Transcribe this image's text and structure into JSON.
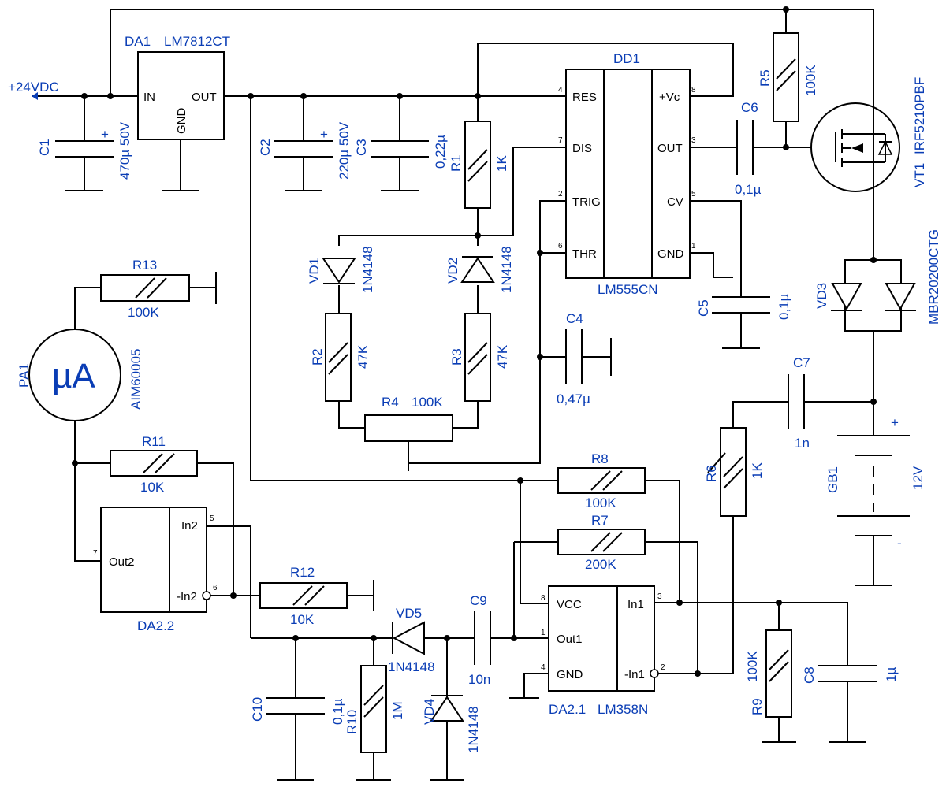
{
  "labels": {
    "vin": "+24VDC",
    "da1_ref": "DA1",
    "da1_part": "LM7812CT",
    "da1_in": "IN",
    "da1_out": "OUT",
    "da1_gnd": "GND",
    "c1_ref": "C1",
    "c1_val": "470µ 50V",
    "plus": "+",
    "minus": "-",
    "c2_ref": "C2",
    "c2_val": "220µ 50V",
    "c3_ref": "C3",
    "c3_val": "0,22µ",
    "r1_ref": "R1",
    "r1_val": "1K",
    "dd1_ref": "DD1",
    "dd1_part": "LM555CN",
    "dd1_res": "RES",
    "dd1_dis": "DIS",
    "dd1_trig": "TRIG",
    "dd1_thr": "THR",
    "dd1_vc": "+Vc",
    "dd1_out": "OUT",
    "dd1_cv": "CV",
    "dd1_gnd": "GND",
    "p4": "4",
    "p7": "7",
    "p2": "2",
    "p6": "6",
    "p8": "8",
    "p3": "3",
    "p5": "5",
    "p1": "1",
    "c6_ref": "C6",
    "c6_val": "0,1µ",
    "r5_ref": "R5",
    "r5_val": "100K",
    "vt1_ref": "VT1",
    "vt1_part": "IRF5210PBF",
    "vd3_ref": "VD3",
    "vd3_part": "MBR20200CTG",
    "c5_ref": "C5",
    "c5_val": "0,1µ",
    "c4_ref": "C4",
    "c4_val": "0,47µ",
    "vd1_ref": "VD1",
    "vd1_part": "1N4148",
    "vd2_ref": "VD2",
    "vd2_part": "1N4148",
    "r2_ref": "R2",
    "r2_val": "47K",
    "r3_ref": "R3",
    "r3_val": "47K",
    "r4_ref": "R4",
    "r4_val": "100K",
    "c7_ref": "C7",
    "c7_val": "1n",
    "gb1_ref": "GB1",
    "gb1_val": "12V",
    "r6_ref": "R6",
    "r6_val": "1K",
    "r13_ref": "R13",
    "r13_val": "100K",
    "pa1_ref": "PA1",
    "pa1_part": "AIM60005",
    "pa1_sym": "µA",
    "r11_ref": "R11",
    "r11_val": "10K",
    "da22_ref": "DA2.2",
    "da22_in2": "In2",
    "da22_nin2": "-In2",
    "da22_out2": "Out2",
    "da22_p5": "5",
    "da22_p6": "6",
    "da22_p7": "7",
    "r12_ref": "R12",
    "r12_val": "10K",
    "vd5_ref": "VD5",
    "vd5_part": "1N4148",
    "c9_ref": "C9",
    "c9_val": "10n",
    "r8_ref": "R8",
    "r8_val": "100K",
    "r7_ref": "R7",
    "r7_val": "200K",
    "da21_ref": "DA2.1",
    "da21_part": "LM358N",
    "da21_vcc": "VCC",
    "da21_out1": "Out1",
    "da21_gnd": "GND",
    "da21_in1": "In1",
    "da21_nin1": "-In1",
    "da21_p8": "8",
    "da21_p1": "1",
    "da21_p4": "4",
    "da21_p3": "3",
    "da21_p2": "2",
    "c10_ref": "C10",
    "c10_val": "0,1µ",
    "r10_ref": "R10",
    "r10_val": "1M",
    "vd4_ref": "VD4",
    "vd4_part": "1N4148",
    "r9_ref": "R9",
    "r9_val": "100K",
    "c8_ref": "C8",
    "c8_val": "1µ"
  }
}
